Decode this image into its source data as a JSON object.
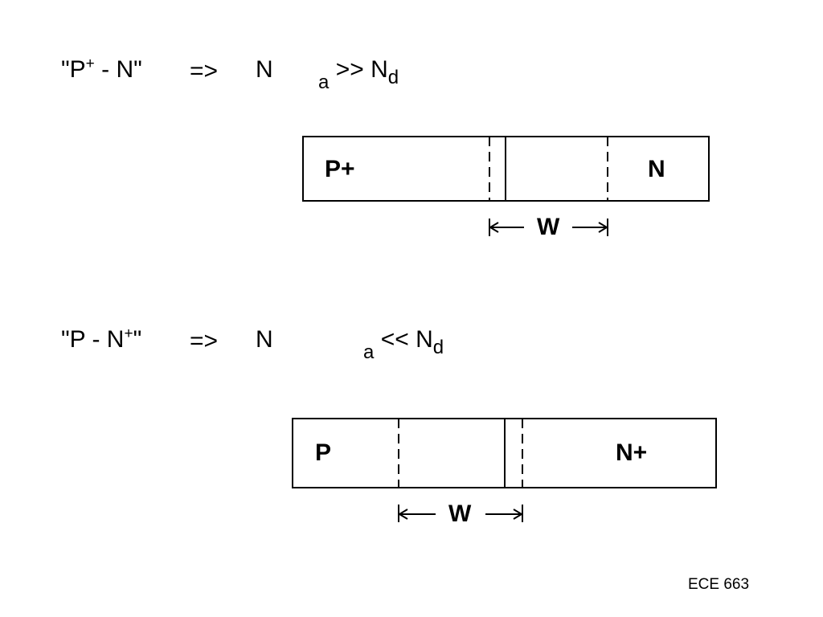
{
  "section1": {
    "label_pre": "\"P",
    "label_sup": "+",
    "label_post": " - N\"",
    "arrow": "=>",
    "n_main": "N",
    "sub_a": "a",
    "relation": ">>",
    "n_rel": "N",
    "sub_d": "d",
    "left_region": "P+",
    "right_region": "N",
    "width_label": "W"
  },
  "section2": {
    "label_pre": "\"P - N",
    "label_sup": "+",
    "label_post": "\"",
    "arrow": "=>",
    "n_main": "N",
    "sub_a": "a",
    "relation": "<<",
    "n_rel": "N",
    "sub_d": "d",
    "left_region": "P",
    "right_region": "N+",
    "width_label": "W"
  },
  "footer": {
    "course": "ECE 663"
  }
}
